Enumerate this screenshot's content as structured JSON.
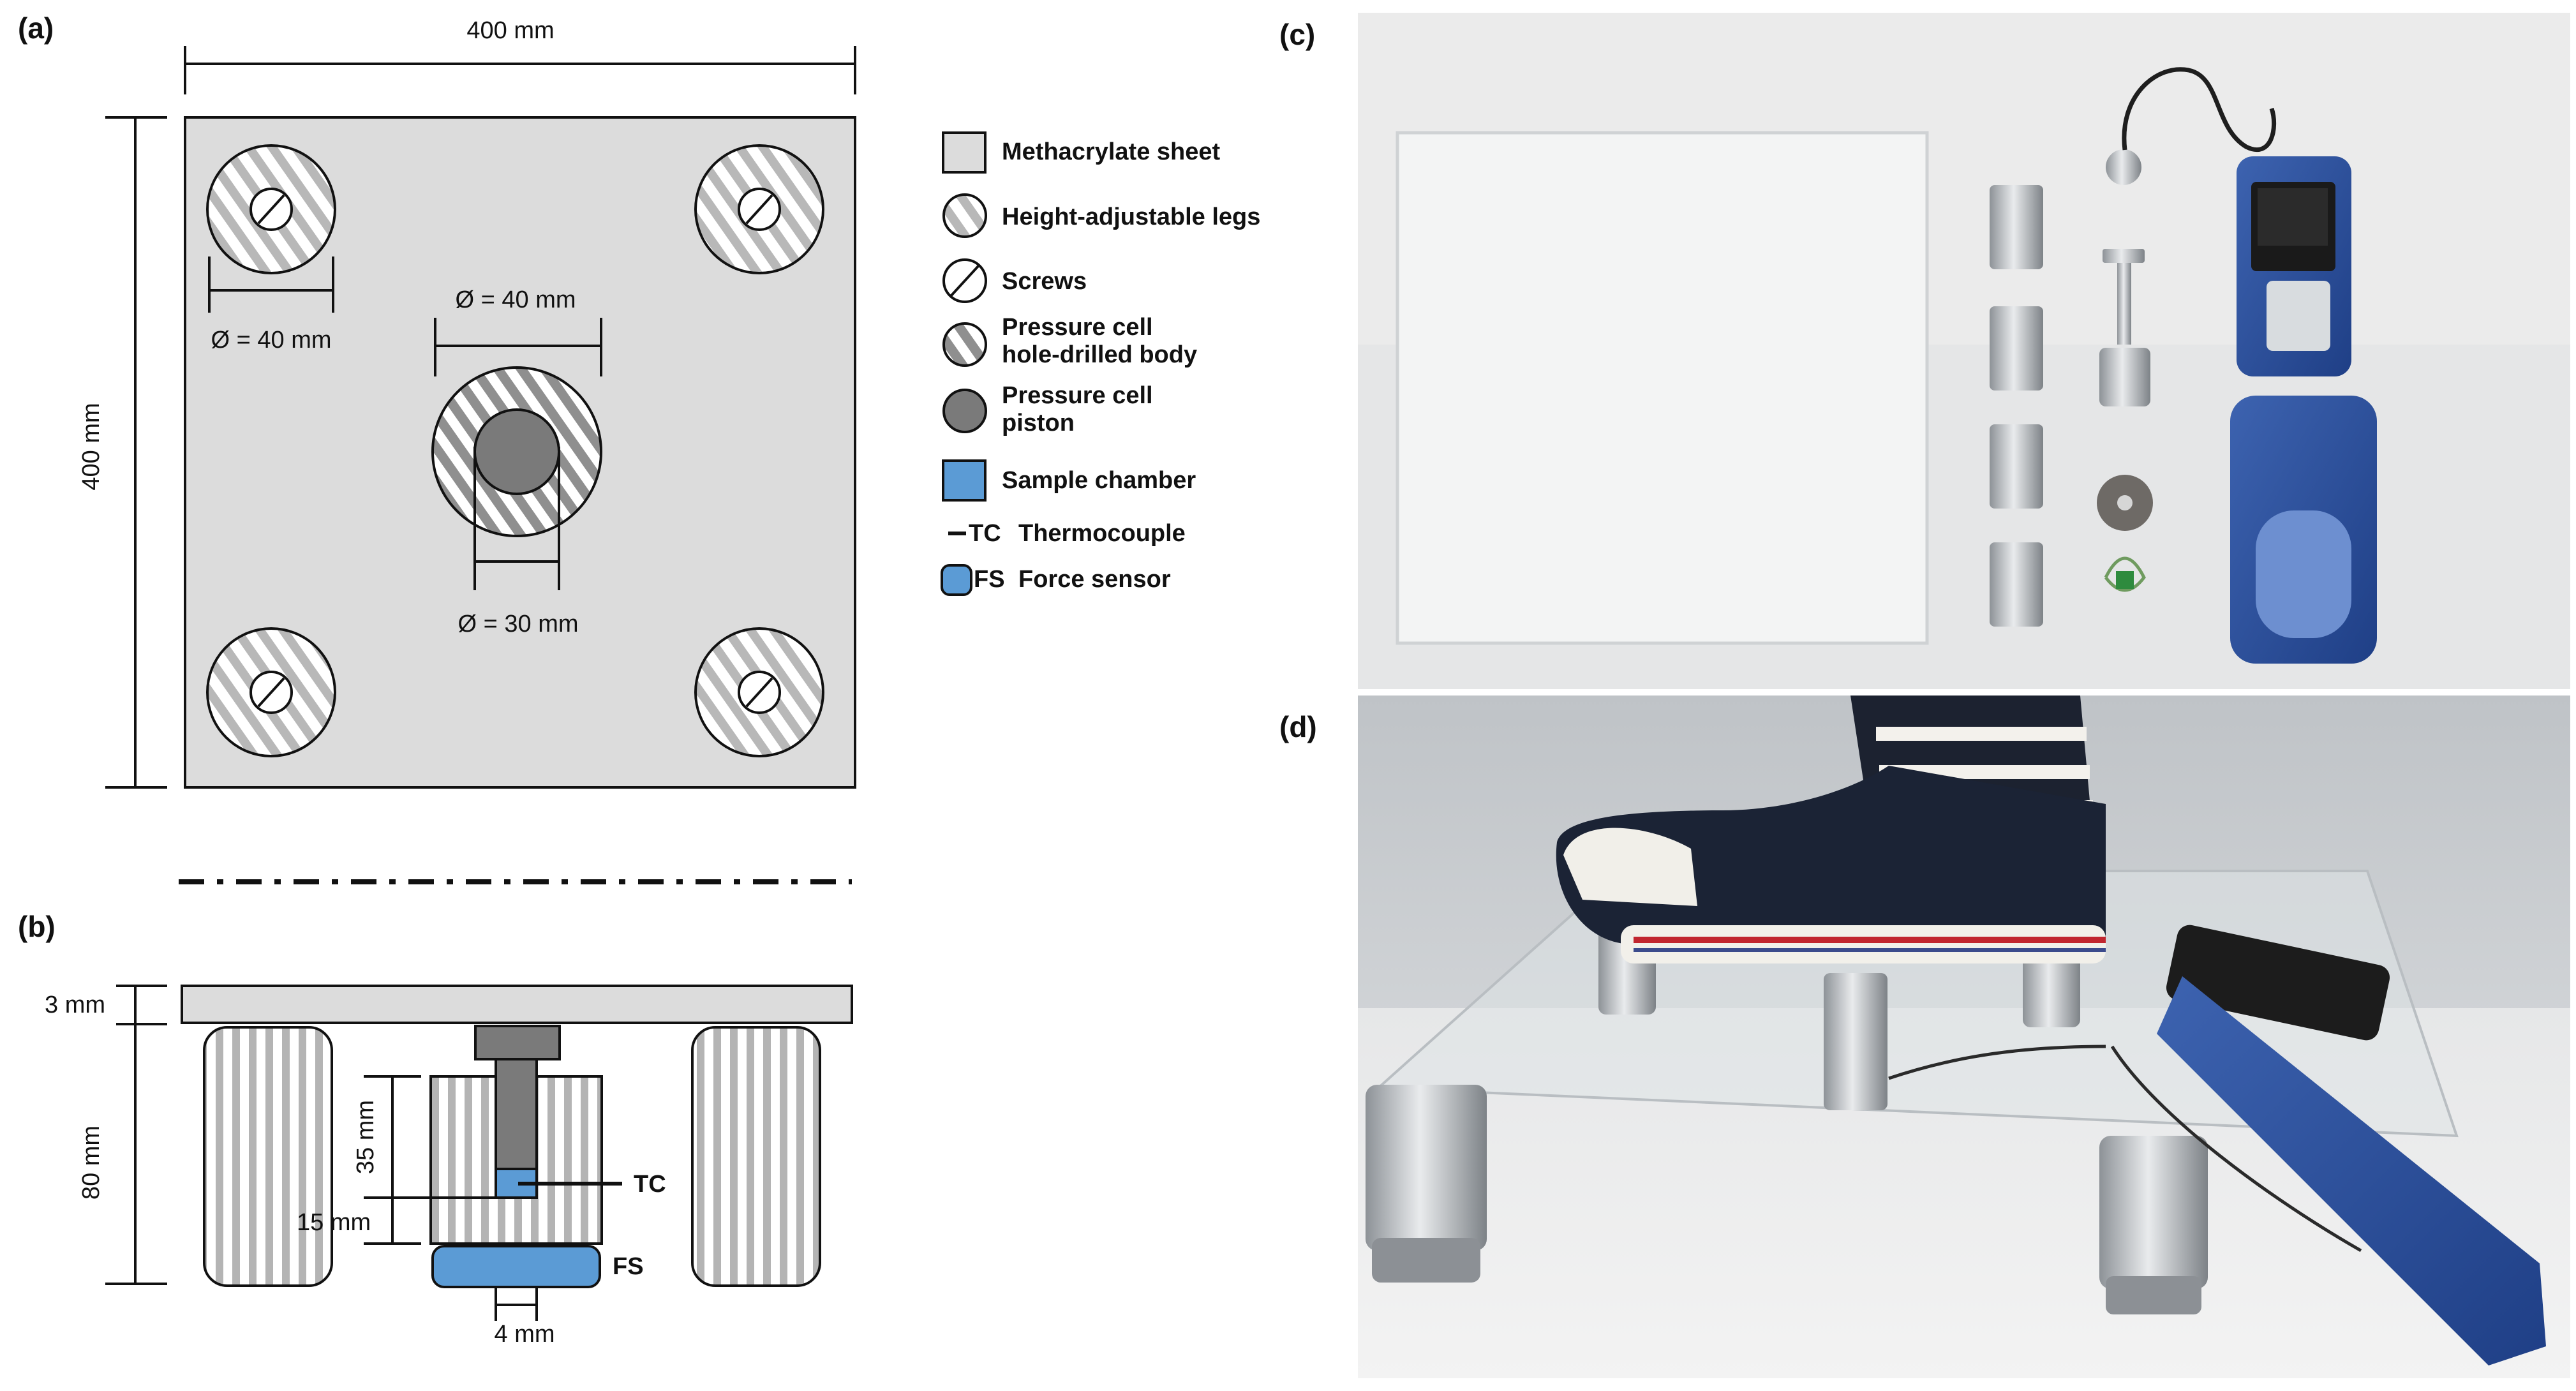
{
  "panels": {
    "a": "(a)",
    "b": "(b)",
    "c": "(c)",
    "d": "(d)"
  },
  "panel_a": {
    "width_dim": "400 mm",
    "height_dim": "400 mm",
    "leg_diameter": "Ø = 40 mm",
    "cell_diameter": "Ø = 40 mm",
    "piston_diameter": "Ø = 30 mm"
  },
  "panel_b": {
    "sheet_thickness": "3 mm",
    "leg_height": "80 mm",
    "cell_height": "35 mm",
    "chamber_height": "15 mm",
    "chamber_width": "4 mm",
    "tc_label": "TC",
    "fs_label": "FS"
  },
  "legend": [
    {
      "key": "sheet",
      "label": "Methacrylate sheet"
    },
    {
      "key": "legs",
      "label": "Height-adjustable legs"
    },
    {
      "key": "screws",
      "label": "Screws"
    },
    {
      "key": "cell_body",
      "label": "Pressure cell",
      "label2": "hole-drilled body"
    },
    {
      "key": "piston",
      "label": "Pressure cell",
      "label2": "piston"
    },
    {
      "key": "chamber",
      "label": "Sample chamber"
    },
    {
      "key": "tc",
      "abbr": "TC",
      "label": "Thermocouple"
    },
    {
      "key": "fs",
      "abbr": "FS",
      "label": "Force sensor"
    }
  ],
  "colors": {
    "sheet": "#dcdcdc",
    "stripe": "#b4b4b4",
    "piston": "#7a7a7a",
    "chamber": "#5b9bd5",
    "ink": "#111111"
  },
  "photos": {
    "c": "photo: methacrylate sheet, height-adjustable legs, pressure cell parts, thermocouple, handheld reader and force sensor",
    "d": "photo: sneaker pressing on the assembled platform with pressure cell"
  }
}
